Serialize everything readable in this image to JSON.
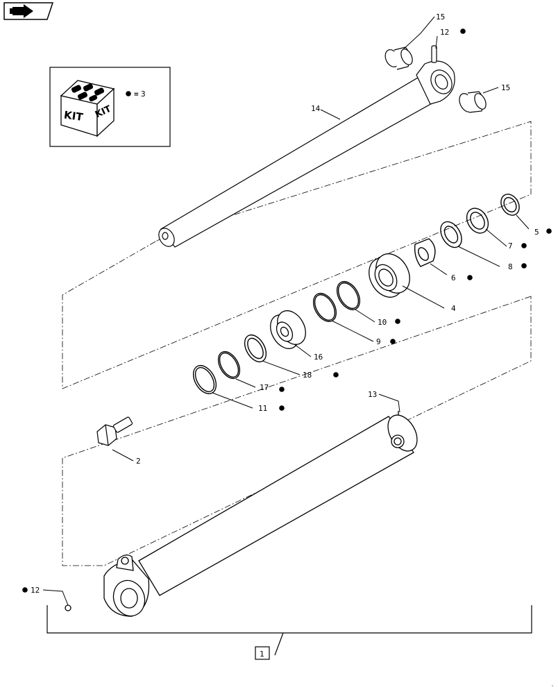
{
  "kit": {
    "legend_symbol": "=",
    "legend_value": "3",
    "box_label_left": "KIT",
    "box_label_right": "KIT"
  },
  "assembly": {
    "label": "1"
  },
  "callouts": [
    {
      "key": "c15a",
      "label": "15",
      "kit": false
    },
    {
      "key": "c12a",
      "label": "12",
      "kit": true
    },
    {
      "key": "c15b",
      "label": "15",
      "kit": false
    },
    {
      "key": "c14",
      "label": "14",
      "kit": false
    },
    {
      "key": "c5",
      "label": "5",
      "kit": true
    },
    {
      "key": "c7",
      "label": "7",
      "kit": true
    },
    {
      "key": "c8",
      "label": "8",
      "kit": true
    },
    {
      "key": "c6",
      "label": "6",
      "kit": true
    },
    {
      "key": "c4",
      "label": "4",
      "kit": false
    },
    {
      "key": "c10",
      "label": "10",
      "kit": true
    },
    {
      "key": "c9",
      "label": "9",
      "kit": true
    },
    {
      "key": "c16",
      "label": "16",
      "kit": false
    },
    {
      "key": "c18",
      "label": "18",
      "kit": true
    },
    {
      "key": "c17",
      "label": "17",
      "kit": true
    },
    {
      "key": "c11",
      "label": "11",
      "kit": true
    },
    {
      "key": "c13",
      "label": "13",
      "kit": false
    },
    {
      "key": "c2",
      "label": "2",
      "kit": false
    },
    {
      "key": "c12b",
      "label": "12",
      "kit": true
    }
  ]
}
